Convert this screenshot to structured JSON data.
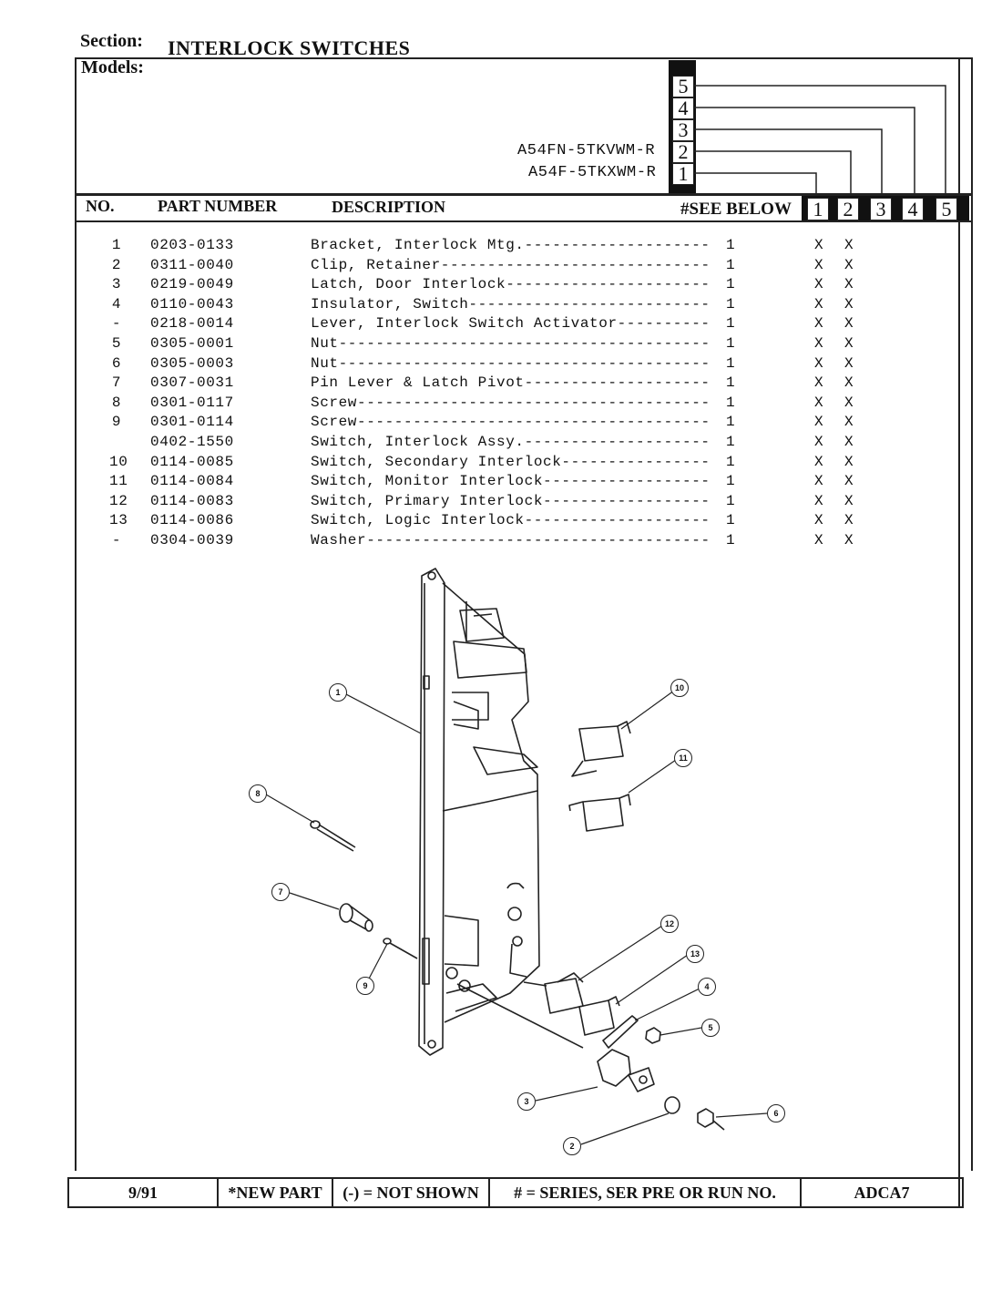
{
  "section": {
    "label": "Section:",
    "title": "INTERLOCK SWITCHES"
  },
  "models": {
    "label": "Models:",
    "list": [
      {
        "name": "A54FN-5TKVWM-R",
        "column": "2"
      },
      {
        "name": "A54F-5TKXWM-R",
        "column": "1"
      }
    ],
    "column_numbers": [
      "5",
      "4",
      "3",
      "2",
      "1"
    ]
  },
  "table": {
    "headers": {
      "no": "NO.",
      "part_number": "PART NUMBER",
      "description": "DESCRIPTION",
      "see_below": "#SEE BELOW"
    },
    "columns": [
      "1",
      "2",
      "3",
      "4",
      "5"
    ],
    "rows": [
      {
        "no": "1",
        "part": "0203-0133",
        "desc": "Bracket, Interlock Mtg.",
        "qty": "1",
        "c1": "X",
        "c2": "X"
      },
      {
        "no": "2",
        "part": "0311-0040",
        "desc": "Clip, Retainer",
        "qty": "1",
        "c1": "X",
        "c2": "X"
      },
      {
        "no": "3",
        "part": "0219-0049",
        "desc": "Latch, Door Interlock",
        "qty": "1",
        "c1": "X",
        "c2": "X"
      },
      {
        "no": "4",
        "part": "0110-0043",
        "desc": "Insulator, Switch",
        "qty": "1",
        "c1": "X",
        "c2": "X"
      },
      {
        "no": "-",
        "part": "0218-0014",
        "desc": "Lever, Interlock Switch Activator",
        "qty": "1",
        "c1": "X",
        "c2": "X"
      },
      {
        "no": "5",
        "part": "0305-0001",
        "desc": "Nut",
        "qty": "1",
        "c1": "X",
        "c2": "X"
      },
      {
        "no": "6",
        "part": "0305-0003",
        "desc": "Nut",
        "qty": "1",
        "c1": "X",
        "c2": "X"
      },
      {
        "no": "7",
        "part": "0307-0031",
        "desc": "Pin Lever & Latch Pivot",
        "qty": "1",
        "c1": "X",
        "c2": "X"
      },
      {
        "no": "8",
        "part": "0301-0117",
        "desc": "Screw",
        "qty": "1",
        "c1": "X",
        "c2": "X"
      },
      {
        "no": "9",
        "part": "0301-0114",
        "desc": "Screw",
        "qty": "1",
        "c1": "X",
        "c2": "X"
      },
      {
        "no": "",
        "part": "0402-1550",
        "desc": "Switch, Interlock Assy.",
        "qty": "1",
        "c1": "X",
        "c2": "X"
      },
      {
        "no": "10",
        "part": "0114-0085",
        "desc": "Switch, Secondary Interlock",
        "qty": "1",
        "c1": "X",
        "c2": "X"
      },
      {
        "no": "11",
        "part": "0114-0084",
        "desc": "Switch, Monitor Interlock",
        "qty": "1",
        "c1": "X",
        "c2": "X"
      },
      {
        "no": "12",
        "part": "0114-0083",
        "desc": "Switch, Primary Interlock",
        "qty": "1",
        "c1": "X",
        "c2": "X"
      },
      {
        "no": "13",
        "part": "0114-0086",
        "desc": "Switch, Logic Interlock",
        "qty": "1",
        "c1": "X",
        "c2": "X"
      },
      {
        "no": "-",
        "part": "0304-0039",
        "desc": "Washer",
        "qty": "1",
        "c1": "X",
        "c2": "X"
      }
    ]
  },
  "diagram": {
    "callouts": [
      "1",
      "2",
      "3",
      "4",
      "5",
      "6",
      "7",
      "8",
      "9",
      "10",
      "11",
      "12",
      "13"
    ]
  },
  "footer": {
    "date": "9/91",
    "new_part": "*NEW PART",
    "not_shown": "(-) = NOT SHOWN",
    "series": "# = SERIES, SER PRE OR RUN NO.",
    "code": "ADCA7"
  }
}
